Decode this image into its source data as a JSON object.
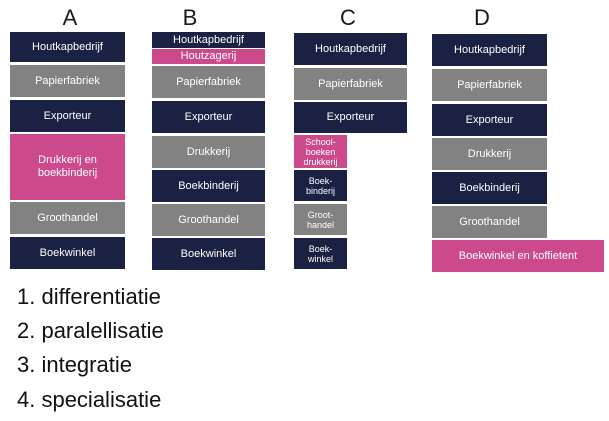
{
  "columns": {
    "A": {
      "label": "A",
      "blocks": [
        "Houtkapbedrijf",
        "Papierfabriek",
        "Exporteur",
        "Drukkerij en boekbinderij",
        "Groothandel",
        "Boekwinkel"
      ]
    },
    "B": {
      "label": "B",
      "blocks": [
        "Houtkapbedrijf",
        "Houtzagerij",
        "Papierfabriek",
        "Exporteur",
        "Drukkerij",
        "Boekbinderij",
        "Groothandel",
        "Boekwinkel"
      ]
    },
    "C": {
      "label": "C",
      "blocks": [
        "Houtkapbedrijf",
        "Papierfabriek",
        "Exporteur",
        "School-boeken drukkerij",
        "Boek-binderij",
        "Groot-handel",
        "Boek-winkel"
      ]
    },
    "D": {
      "label": "D",
      "blocks": [
        "Houtkapbedrijf",
        "Papierfabriek",
        "Exporteur",
        "Drukkerij",
        "Boekbinderij",
        "Groothandel",
        "Boekwinkel en koffietent"
      ]
    }
  },
  "list": [
    "1. differentiatie",
    "2.  paralellisatie",
    "3. integratie",
    "4. specialisatie"
  ],
  "colors": {
    "dark": "#1b2143",
    "gray": "#828282",
    "pink": "#cc4a8b"
  }
}
